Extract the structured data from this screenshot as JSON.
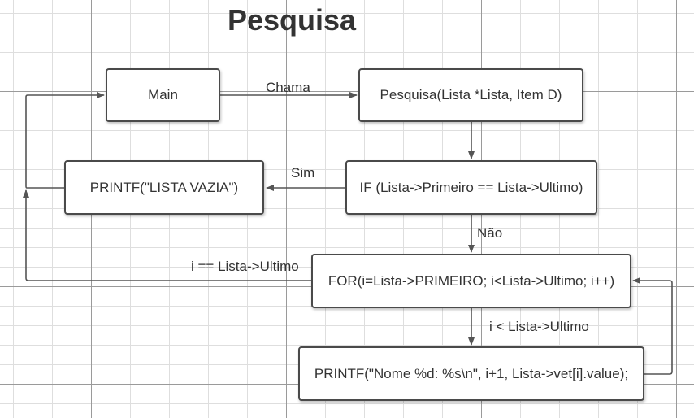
{
  "title": "Pesquisa",
  "nodes": {
    "main": "Main",
    "pesquisa": "Pesquisa(Lista *Lista, Item D)",
    "if_check": "IF (Lista->Primeiro == Lista->Ultimo)",
    "printf_vazia": "PRINTF(\"LISTA VAZIA\")",
    "for_loop": "FOR(i=Lista->PRIMEIRO; i<Lista->Ultimo; i++)",
    "printf_nome": "PRINTF(\"Nome %d: %s\\n\", i+1, Lista->vet[i].value);"
  },
  "edges": {
    "chama": "Chama",
    "sim": "Sim",
    "nao": "Não",
    "loop_end": "i == Lista->Ultimo",
    "loop_body": "i < Lista->Ultimo"
  },
  "colors": {
    "stroke": "#555555",
    "text": "#333333"
  }
}
